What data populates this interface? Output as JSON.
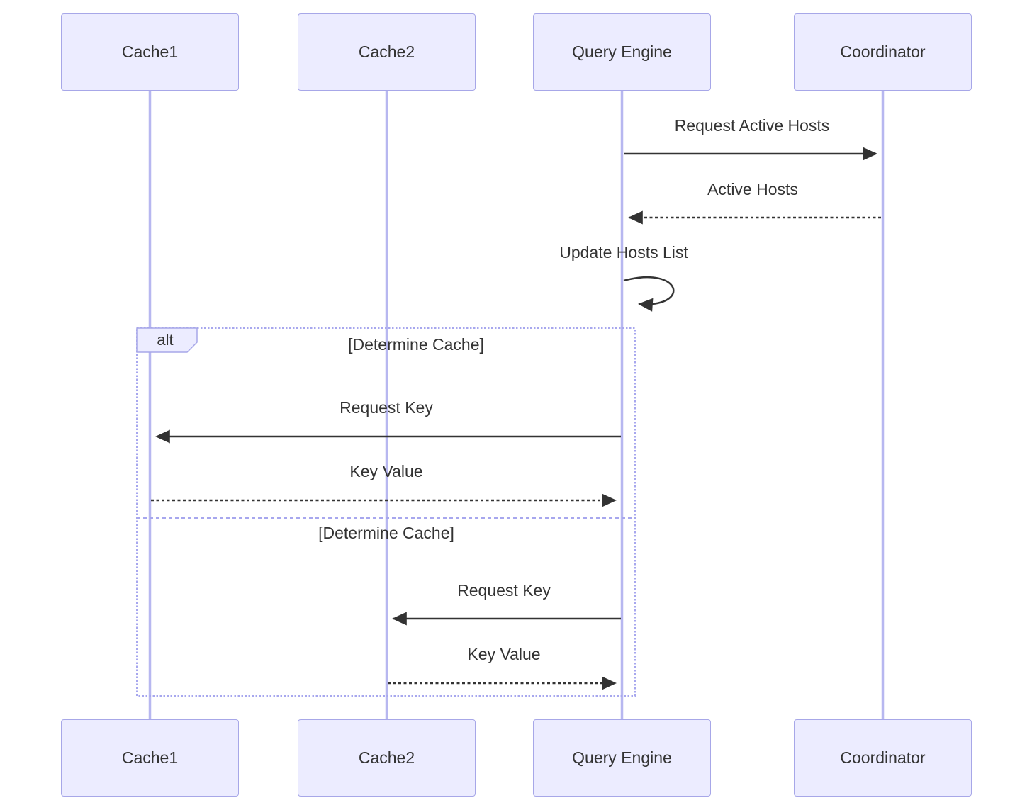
{
  "diagram": {
    "type": "sequence-diagram",
    "actors": [
      {
        "id": "cache1",
        "name": "Cache1"
      },
      {
        "id": "cache2",
        "name": "Cache2"
      },
      {
        "id": "query-engine",
        "name": "Query Engine"
      },
      {
        "id": "coordinator",
        "name": "Coordinator"
      }
    ],
    "messages": [
      {
        "from": "Query Engine",
        "to": "Coordinator",
        "label": "Request Active Hosts",
        "line": "solid",
        "arrow": "filled"
      },
      {
        "from": "Coordinator",
        "to": "Query Engine",
        "label": "Active Hosts",
        "line": "dashed",
        "arrow": "filled"
      },
      {
        "from": "Query Engine",
        "to": "Query Engine",
        "label": "Update Hosts List",
        "line": "self-loop",
        "arrow": "filled"
      },
      {
        "from": "Query Engine",
        "to": "Cache1",
        "label": "Request Key",
        "line": "solid",
        "arrow": "filled"
      },
      {
        "from": "Cache1",
        "to": "Query Engine",
        "label": "Key Value",
        "line": "dashed",
        "arrow": "filled"
      },
      {
        "from": "Query Engine",
        "to": "Cache2",
        "label": "Request Key",
        "line": "solid",
        "arrow": "filled"
      },
      {
        "from": "Cache2",
        "to": "Query Engine",
        "label": "Key Value",
        "line": "dashed",
        "arrow": "filled"
      }
    ],
    "alt_frame": {
      "operator": "alt",
      "sections": [
        {
          "condition": "[Determine Cache]"
        },
        {
          "condition": "[Determine Cache]"
        }
      ]
    },
    "colors": {
      "background": "#FFFFFF",
      "actor_fill": "#ECECFF",
      "actor_border": "#A7A7E8",
      "lifeline": "#B7B7F0",
      "frame_border": "#A7A7EE",
      "text": "#333333",
      "arrow": "#333333"
    }
  }
}
